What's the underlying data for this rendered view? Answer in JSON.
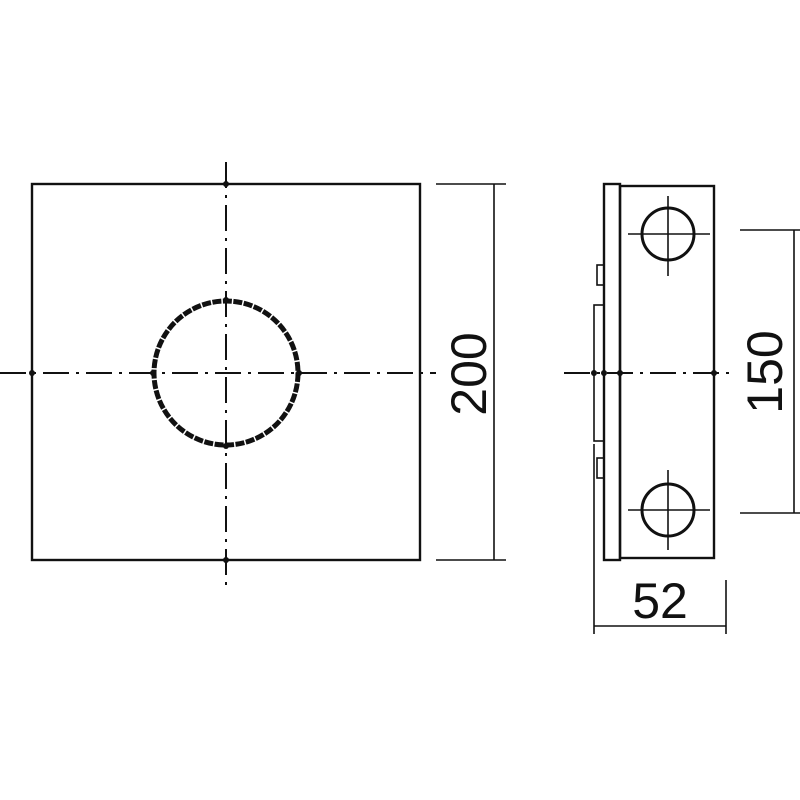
{
  "drawing": {
    "front_view": {
      "height_dimension": "200"
    },
    "side_view": {
      "hole_pitch_dimension": "150",
      "depth_dimension": "52"
    }
  }
}
